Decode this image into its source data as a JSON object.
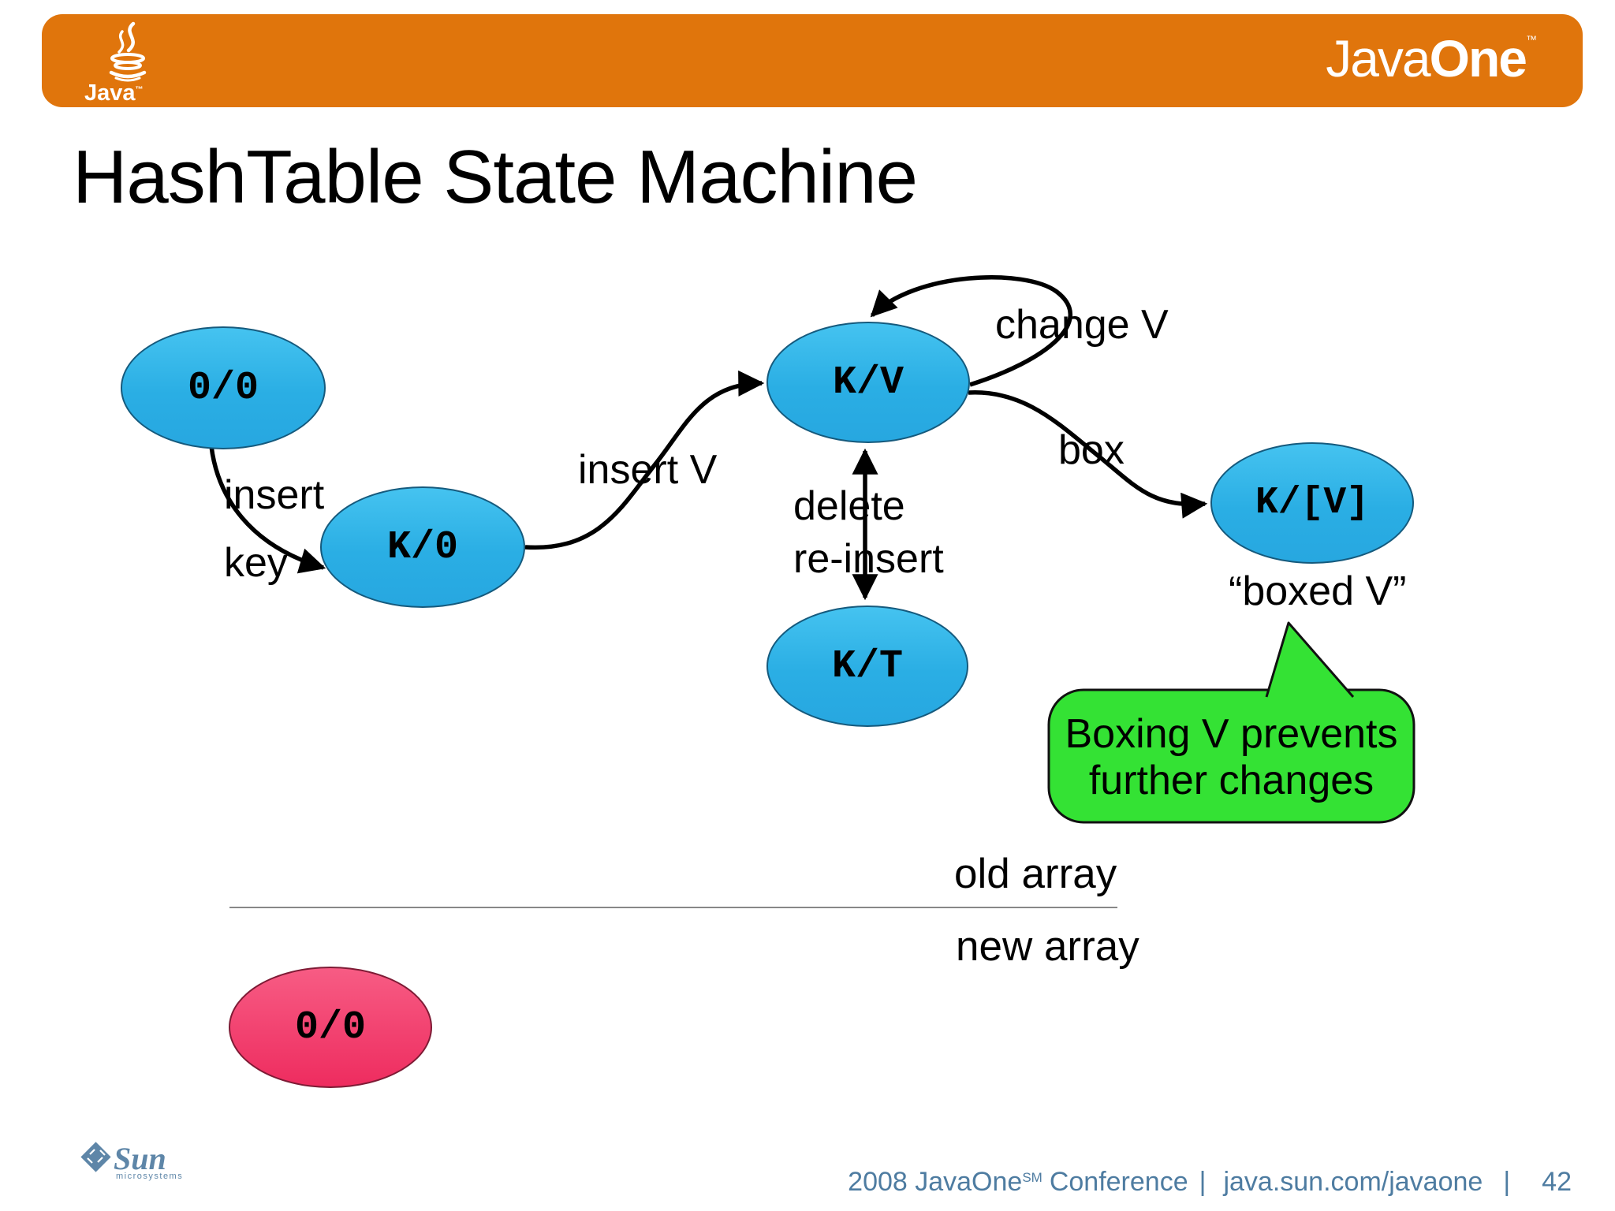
{
  "header": {
    "java_logo_label": "Java",
    "java_logo_tm": "™",
    "javaone_word_light": "Java",
    "javaone_word_bold": "One",
    "javaone_tm": "™"
  },
  "title": "HashTable State Machine",
  "diagram": {
    "nodes": [
      {
        "id": "empty-old",
        "label": "0/0"
      },
      {
        "id": "key-no-value",
        "label": "K/0"
      },
      {
        "id": "key-value",
        "label": "K/V"
      },
      {
        "id": "key-tombstone",
        "label": "K/T"
      },
      {
        "id": "key-boxed-value",
        "label": "K/[V]"
      },
      {
        "id": "empty-new",
        "label": "0/0"
      }
    ],
    "edge_labels": {
      "insert_key_line1": "insert",
      "insert_key_line2": "key",
      "insert_v": "insert V",
      "change_v": "change V",
      "delete_line1": "delete",
      "delete_line2": "re-insert",
      "box": "box"
    },
    "boxed_v_caption": "“boxed V”",
    "callout": {
      "line1": "Boxing V prevents",
      "line2": "further changes"
    },
    "old_array_label": "old array",
    "new_array_label": "new array"
  },
  "footer": {
    "sun_logo_word": "Sun",
    "sun_logo_subtitle": "microsystems",
    "left_text": "2008 JavaOne",
    "sm_superscript": "SM",
    "conference_text": "Conference",
    "divider1": "|",
    "url": "java.sun.com/javaone",
    "divider2": "|",
    "page_number": "42"
  },
  "colors": {
    "header_orange": "#E0750C",
    "node_blue": "#2AAEE4",
    "node_pink": "#F23F6C",
    "callout_green": "#34E234",
    "divider_gray": "#888888",
    "footer_text_blue": "#4E7CA1",
    "sun_logo_blue": "#5E86A8"
  }
}
